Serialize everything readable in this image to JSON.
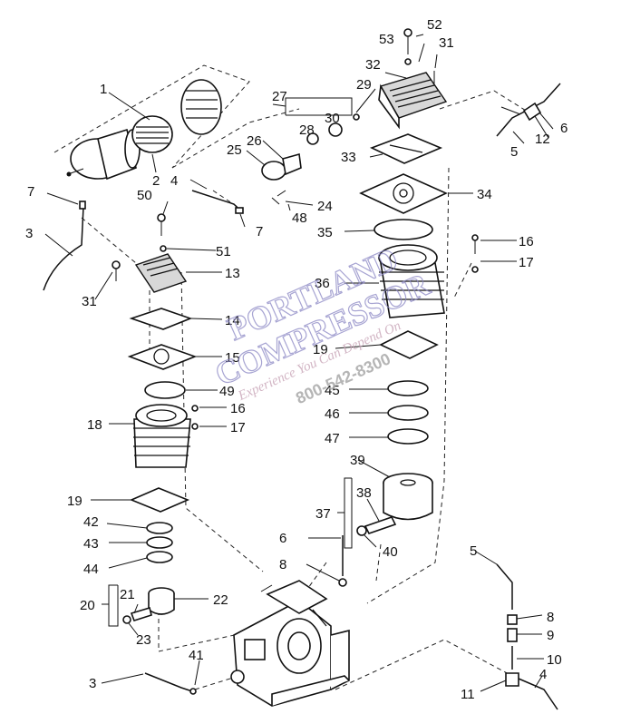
{
  "callouts": [
    "1",
    "2",
    "3",
    "3",
    "4",
    "4",
    "5",
    "5",
    "6",
    "6",
    "7",
    "7",
    "8",
    "8",
    "9",
    "10",
    "11",
    "12",
    "13",
    "14",
    "15",
    "16",
    "16",
    "17",
    "17",
    "18",
    "19",
    "19",
    "20",
    "21",
    "22",
    "23",
    "24",
    "25",
    "26",
    "27",
    "28",
    "29",
    "30",
    "31",
    "31",
    "32",
    "33",
    "34",
    "35",
    "36",
    "37",
    "38",
    "39",
    "40",
    "41",
    "42",
    "43",
    "44",
    "45",
    "46",
    "47",
    "48",
    "49",
    "50",
    "51",
    "52",
    "53"
  ],
  "watermark": {
    "line1": "PORTLAND",
    "line2": "COMPRESSOR",
    "tagline": "Experience You Can Depend On",
    "phone": "800-542-8300",
    "color_main": "#8a86c4",
    "color_tag": "#c7a3b6",
    "color_phone": "#a9a9a9"
  }
}
